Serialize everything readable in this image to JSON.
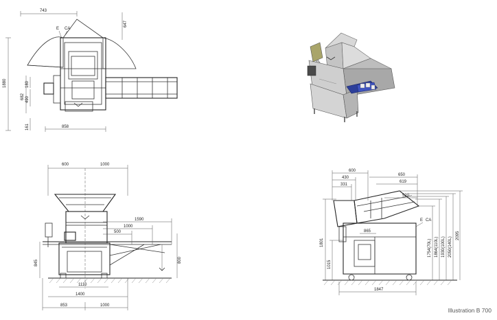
{
  "caption": "Illustration B 700",
  "top_view": {
    "dims": {
      "width_top": "743",
      "right_top": "647",
      "height": "1880",
      "h_a": "682",
      "h_b": "490",
      "h_c": "180",
      "h_d": "161",
      "bottom": "858"
    },
    "labels": {
      "e": "E",
      "ca": "CA"
    }
  },
  "front_view": {
    "dims": {
      "left_top": "600",
      "right_top": "1000",
      "conv_long": "1590",
      "conv_mid": "1000",
      "conv_short": "500",
      "left_h": "845",
      "right_h": "800",
      "base_a": "1110",
      "base_b": "1400",
      "base_c": "853",
      "base_d": "1000"
    }
  },
  "side_view": {
    "dims": {
      "top_a": "600",
      "top_b": "430",
      "top_c": "331",
      "right_a": "650",
      "right_b": "619",
      "right_c": "520",
      "h_total": "1801",
      "h_lower": "1015",
      "small": "865",
      "v1": "1754(70L)",
      "v2": "1864(110L)",
      "v3": "1930(100L)",
      "v4": "2050(140L)",
      "v5": "2095",
      "base": "1847"
    },
    "labels": {
      "e": "E",
      "ca": "CA"
    }
  },
  "colors": {
    "body": "#cfcfcf",
    "panel": "#b9b9b9",
    "accent": "#2d3f9a",
    "olive": "#a9a56a",
    "dark": "#4a4a4a"
  }
}
